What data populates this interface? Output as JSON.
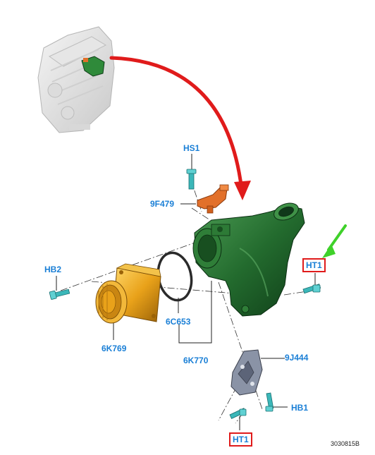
{
  "callouts": {
    "hs1": "HS1",
    "sensor": "9F479",
    "hb2": "HB2",
    "ht1_top": "HT1",
    "seal": "6C653",
    "pulley": "6K769",
    "housing": "6K770",
    "shield": "9J444",
    "hb1": "HB1",
    "ht1_bottom": "HT1"
  },
  "reference_number": "3030815B",
  "colors": {
    "callout_text": "#1a7fd6",
    "highlight_box": "#e01b1b",
    "pointer_arrow": "#e01b1b",
    "indicator_arrow": "#3fd12a",
    "housing_body": "#1e6a2a",
    "pulley_body": "#e9a21a",
    "sensor_body": "#e2702a",
    "fastener": "#3bb7b9",
    "shield_body": "#8a93a6"
  },
  "icons": {
    "pointer": "curved-arrow",
    "indicator": "straight-arrow"
  }
}
